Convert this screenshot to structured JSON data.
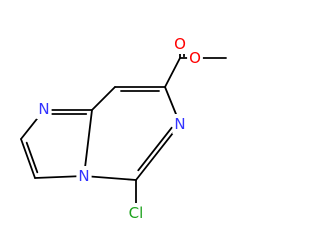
{
  "colors": {
    "bond": "#000000",
    "nitrogen": "#3333ff",
    "oxygen": "#ff0000",
    "chlorine": "#1fa31f",
    "background": "#ffffff"
  },
  "molecule": {
    "atoms": [
      {
        "id": "N1",
        "label": "N",
        "element": "nitrogen"
      },
      {
        "id": "N2",
        "label": "N",
        "element": "nitrogen"
      },
      {
        "id": "N3",
        "label": "N",
        "element": "nitrogen"
      },
      {
        "id": "O1",
        "label": "O",
        "element": "oxygen"
      },
      {
        "id": "O2",
        "label": "O",
        "element": "oxygen"
      },
      {
        "id": "Cl",
        "label": "Cl",
        "element": "chlorine"
      }
    ]
  }
}
